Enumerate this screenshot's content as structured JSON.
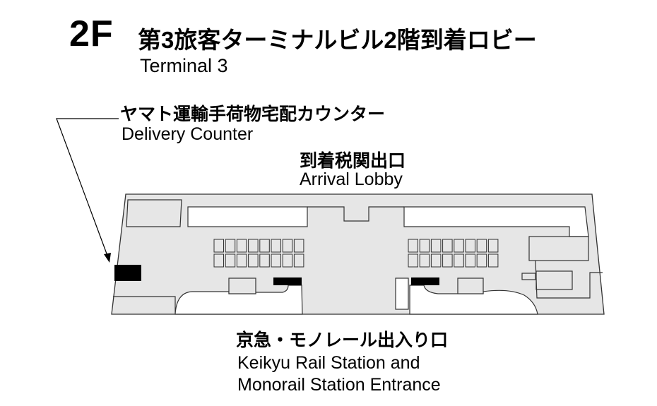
{
  "header": {
    "floor": "2F",
    "title_ja": "第3旅客ターミナルビル2階到着ロビー",
    "title_en": "Terminal 3"
  },
  "labels": {
    "delivery": {
      "ja": "ヤマト運輸手荷物宅配カウンター",
      "en": "Delivery Counter"
    },
    "arrival": {
      "ja": "到着税関出口",
      "en": "Arrival Lobby"
    },
    "entrance": {
      "ja": "京急・モノレール出入り口",
      "en_line1": "Keikyu Rail Station and",
      "en_line2": "Monorail Station Entrance"
    }
  },
  "colors": {
    "floor": "#e6e6e6",
    "counter": "#000000",
    "line": "#333333"
  }
}
